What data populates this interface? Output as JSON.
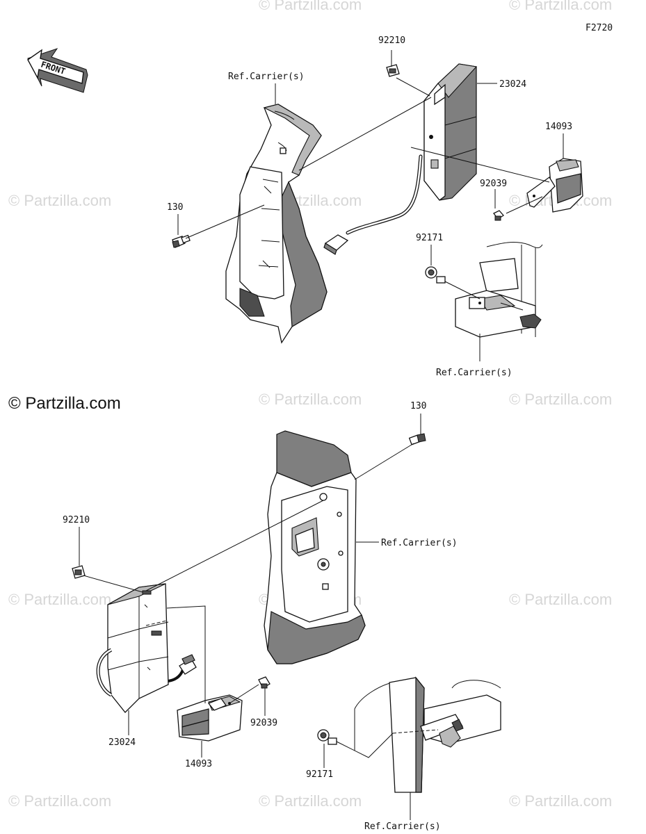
{
  "figure_code": "F2720",
  "front_arrow": {
    "text": "FRONT"
  },
  "watermark": {
    "brand": "© Partzilla.com",
    "highlight": "© Partzilla.com"
  },
  "top_view": {
    "labels": {
      "ref_carrier_left": "Ref.Carrier(s)",
      "ref_carrier_bottom": "Ref.Carrier(s)",
      "p92210": "92210",
      "p23024": "23024",
      "p14093": "14093",
      "p92039": "92039",
      "p130": "130",
      "p92171": "92171"
    }
  },
  "bottom_view": {
    "labels": {
      "p130": "130",
      "ref_carrier_right": "Ref.Carrier(s)",
      "p92210": "92210",
      "p23024": "23024",
      "p92039": "92039",
      "p14093": "14093",
      "p92171": "92171",
      "ref_carrier_bottom": "Ref.Carrier(s)"
    }
  }
}
